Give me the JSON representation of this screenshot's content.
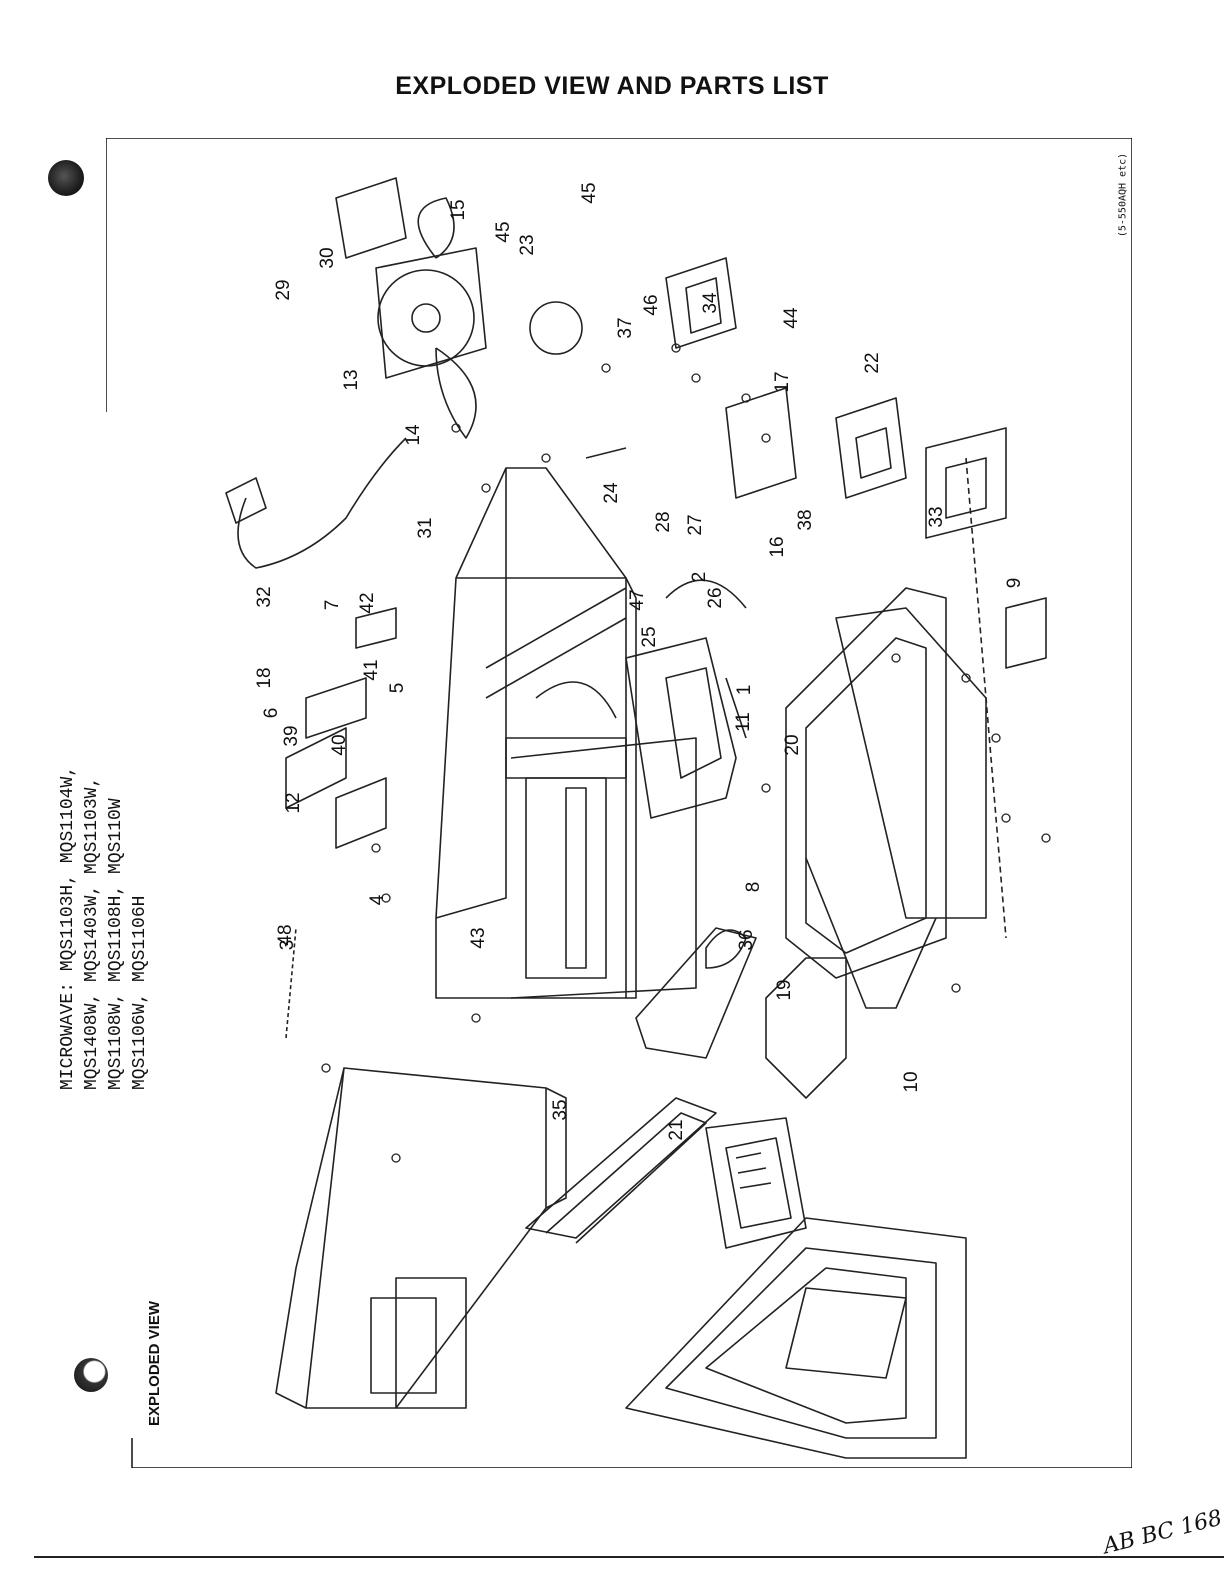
{
  "page": {
    "title": "EXPLODED VIEW AND PARTS LIST",
    "section_label": "EXPLODED VIEW",
    "doc_code": "(5-550AQH etc)",
    "handwritten_note": "AB BC 168"
  },
  "models": {
    "lines": [
      "MICROWAVE: MQS1103H,  MQS1104W,",
      "MQS1408W, MQS1403W, MQS1103W,",
      "MQS1108W, MQS1108H, MQS110W",
      "MQS1106W, MQS1106H"
    ]
  },
  "callouts": [
    "1",
    "2",
    "3",
    "4",
    "5",
    "6",
    "7",
    "8",
    "9",
    "10",
    "11",
    "12",
    "13",
    "14",
    "15",
    "16",
    "17",
    "18",
    "19",
    "20",
    "21",
    "22",
    "23",
    "24",
    "25",
    "26",
    "27",
    "28",
    "29",
    "30",
    "31",
    "32",
    "33",
    "34",
    "35",
    "36",
    "37",
    "38",
    "39",
    "40",
    "41",
    "42",
    "43",
    "44",
    "45",
    "45",
    "46",
    "47",
    "48"
  ],
  "colors": {
    "ink": "#111111",
    "paper": "#ffffff"
  }
}
